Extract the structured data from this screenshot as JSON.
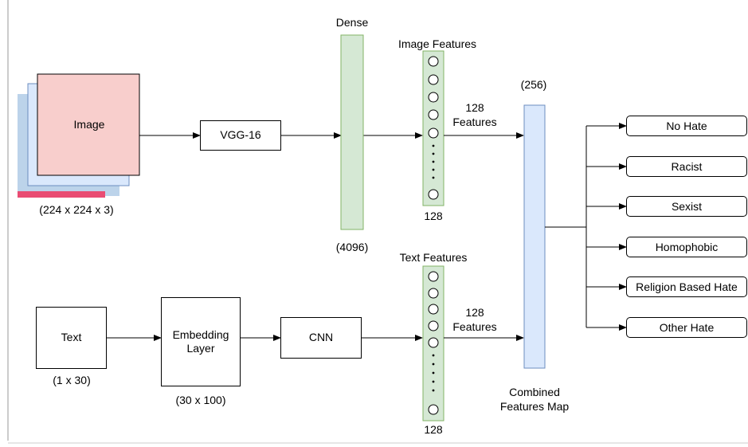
{
  "image_input": {
    "label": "Image",
    "dims": "(224 x 224 x 3)"
  },
  "vgg": {
    "label": "VGG-16"
  },
  "dense": {
    "title": "Dense",
    "dims": "(4096)"
  },
  "image_features": {
    "title": "Image Features",
    "count": "128",
    "edge_label": "128\nFeatures"
  },
  "text_input": {
    "label": "Text",
    "dims": "(1 x 30)"
  },
  "embedding": {
    "label": "Embedding\nLayer",
    "dims": "(30 x 100)"
  },
  "cnn": {
    "label": "CNN"
  },
  "text_features": {
    "title": "Text Features",
    "count": "128",
    "edge_label": "128\nFeatures"
  },
  "combined": {
    "dims": "(256)",
    "label": "Combined\nFeatures Map"
  },
  "outputs": [
    "No Hate",
    "Racist",
    "Sexist",
    "Homophobic",
    "Religion Based Hate",
    "Other Hate"
  ],
  "colors": {
    "image_front": "#f8cecc",
    "image_back": "#dae8fc",
    "dense_fill": "#d5e8d4",
    "dense_stroke": "#82b366",
    "combined_fill": "#dae8fc",
    "combined_stroke": "#6c8ebf"
  }
}
